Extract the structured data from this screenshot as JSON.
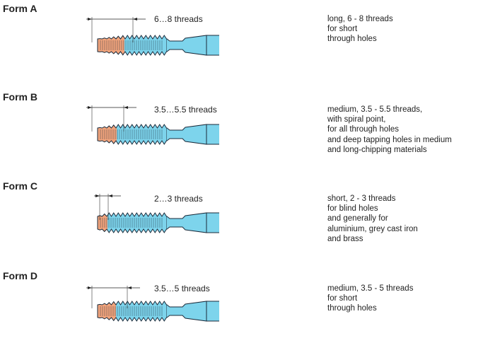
{
  "colors": {
    "thread": "#7dd4ec",
    "chamfer": "#f2a47c",
    "outline": "#1a2a3a"
  },
  "forms": [
    {
      "title": "Form A",
      "threads": "6…8 threads",
      "desc": [
        "long, 6 - 8 threads",
        "for short",
        "through holes"
      ],
      "chamfer_threads_max": 8
    },
    {
      "title": "Form B",
      "threads": "3.5…5.5 threads",
      "desc": [
        "medium, 3.5 - 5.5 threads,",
        "with spiral point,",
        "for all through holes",
        "and deep tapping holes in medium",
        "and long-chipping materials"
      ],
      "chamfer_threads_max": 5.5
    },
    {
      "title": "Form C",
      "threads": "2…3 threads",
      "desc": [
        "short, 2 - 3 threads",
        "for blind holes",
        "and generally for",
        "aluminium, grey cast iron",
        "and brass"
      ],
      "chamfer_threads_max": 3
    },
    {
      "title": "Form D",
      "threads": "3.5…5 threads",
      "desc": [
        "medium, 3.5 - 5 threads",
        "for short",
        "through holes"
      ],
      "chamfer_threads_max": 5
    }
  ]
}
